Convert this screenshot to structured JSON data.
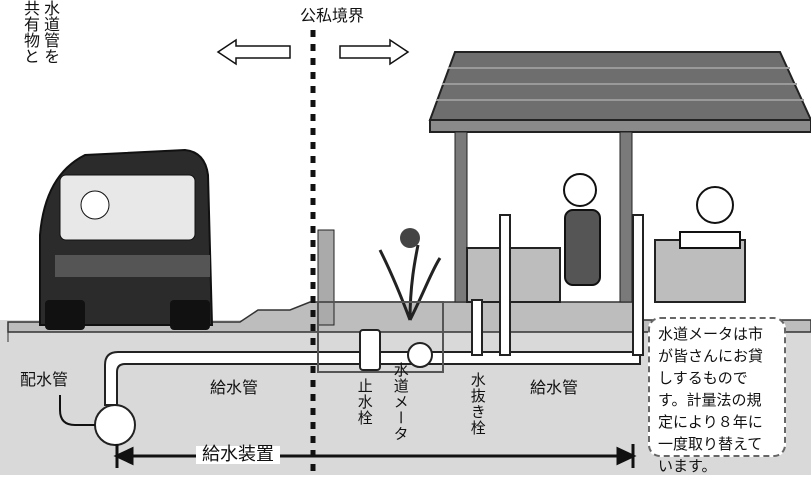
{
  "top_text": [
    "水道管を",
    "共有物と"
  ],
  "boundary_label": "公私境界",
  "labels": {
    "distribution_pipe": "配水管",
    "supply_pipe_left": "給水管",
    "supply_pipe_right": "給水管",
    "stop_valve": "止水栓",
    "water_meter": "水道メータ",
    "drain_valve": "水抜き栓",
    "supply_device": "給水装置"
  },
  "note": "水道メータは市が皆さんにお貸しするものです。計量法の規定により８年に一度取り替えています。",
  "colors": {
    "ground": "#d9d9d9",
    "pipe": "#ffffff",
    "roof": "#6e6e6e",
    "car": "#2b2b2b",
    "line": "#111111"
  }
}
